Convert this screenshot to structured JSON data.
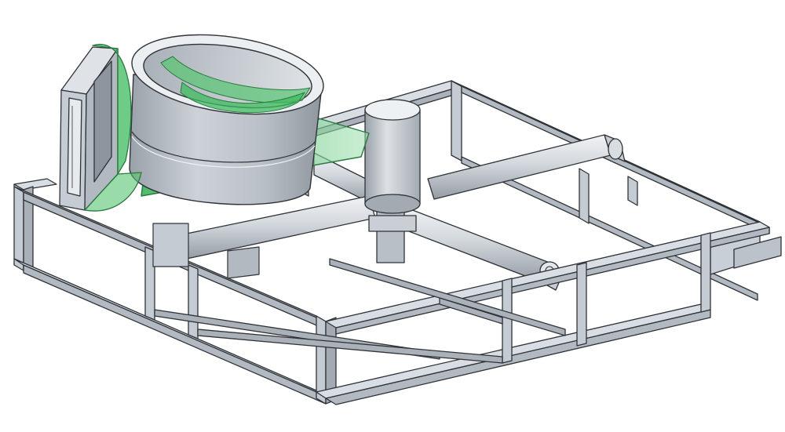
{
  "figure": {
    "kind": "CAD isometric render",
    "labels": []
  },
  "colors": {
    "background": "#ffffff",
    "frame_top": "#d9dee4",
    "frame_side": "#b3b9c1",
    "frame_dark": "#8e959e",
    "edge": "#2f3338",
    "cylinder_light": "#e4e8ec",
    "cylinder_mid": "#bfc5cc",
    "cylinder_dark": "#8f969e",
    "glass_green": "#3dbb5e",
    "glass_green_light": "#a8e2b5"
  },
  "components": [
    {
      "id": "base-frame",
      "icon": "rectangular-tube-frame"
    },
    {
      "id": "drum",
      "icon": "open-cylinder"
    },
    {
      "id": "hub",
      "icon": "vertical-cylinder"
    },
    {
      "id": "spoke-arms",
      "icon": "horizontal-tubes"
    },
    {
      "id": "side-panel",
      "icon": "framed-panel"
    },
    {
      "id": "green-cone",
      "icon": "transparent-cone"
    }
  ]
}
